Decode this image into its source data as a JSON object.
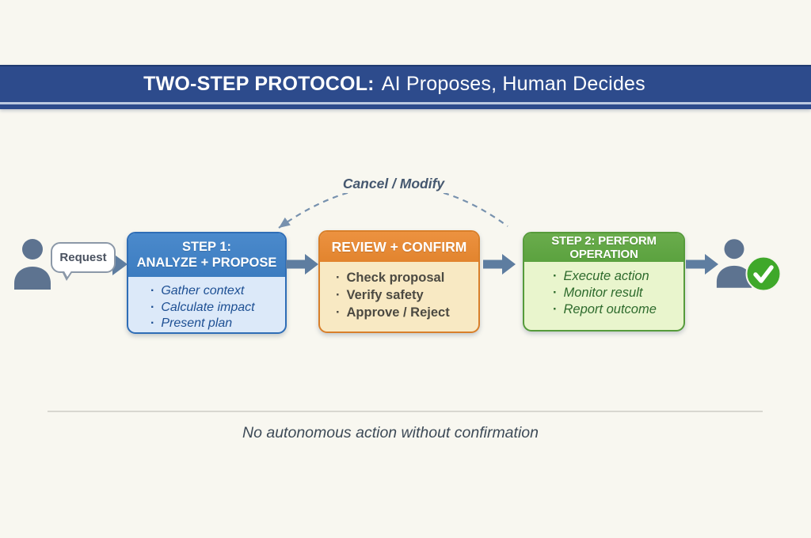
{
  "banner": {
    "title_bold": "TWO-STEP PROTOCOL:",
    "title_rest": "AI Proposes, Human Decides"
  },
  "flow": {
    "request_label": "Request",
    "cancel_label": "Cancel / Modify",
    "boxes": [
      {
        "header_lines": [
          "STEP 1:",
          "ANALYZE + PROPOSE"
        ],
        "bullets": [
          "Gather context",
          "Calculate impact",
          "Present plan"
        ]
      },
      {
        "header_lines": [
          "REVIEW + CONFIRM"
        ],
        "bullets": [
          "Check proposal",
          "Verify safety",
          "Approve / Reject"
        ]
      },
      {
        "header_lines": [
          "STEP 2: PERFORM OPERATION"
        ],
        "bullets": [
          "Execute action",
          "Monitor result",
          "Report outcome"
        ]
      }
    ]
  },
  "footer": {
    "note": "No autonomous action without confirmation"
  },
  "icons": {
    "user": "user-icon",
    "approved_user": "approved-user-icon",
    "flow_arrow": "flow-arrow-icon",
    "checkmark": "checkmark-icon",
    "cancel_return": "cancel-return-arrow"
  },
  "colors": {
    "bg": "#f8f7f0",
    "banner-bg": "#2d4b8c",
    "banner-edge": "#1f3a70",
    "banner-line": "#bcc9e0",
    "person": "#5d7390",
    "blue-head": "#3c7cc0",
    "blue-body": "#dce9f9",
    "blue-border": "#2e6db6",
    "blue-text": "#1d4f93",
    "orange-head": "#e2842e",
    "orange-body": "#f8e9c3",
    "orange-border": "#d87f2a",
    "orange-text": "#4c4a42",
    "green-head": "#5ba23f",
    "green-body": "#e9f5cd",
    "green-border": "#569b3b",
    "green-text": "#2e6b2d",
    "check-green": "#3fa82a",
    "arrow": "#5e7da0",
    "arc": "#7791ae",
    "arc-text": "#45576f",
    "divider": "#d8d7d0",
    "footer-text": "#3d4a57",
    "bubble-border": "#8b98a8",
    "bubble-text": "#4a5260"
  }
}
